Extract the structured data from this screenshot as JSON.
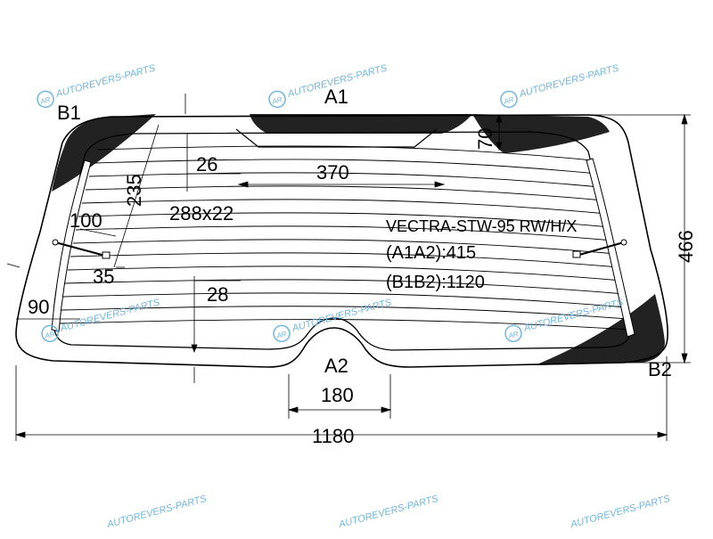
{
  "labels": {
    "a1": "A1",
    "a2": "A2",
    "b1": "B1",
    "b2": "B2"
  },
  "dimensions": {
    "d70": "70",
    "d26": "26",
    "d370": "370",
    "d235": "235",
    "d288x22": "288x22",
    "d100": "100",
    "d35": "35",
    "d28": "28",
    "d90": "90",
    "d180": "180",
    "d1180": "1180",
    "d466": "466"
  },
  "spec": {
    "model": "VECTRA-STW-95 RW/H/X",
    "a1a2": "(A1A2):415",
    "b1b2": "(B1B2):1120"
  },
  "watermark": {
    "text": "AUTOREVERS-PARTS",
    "logo": "AR",
    "color": "#6fb6e3"
  },
  "colors": {
    "line": "#000000",
    "fill_dark": "#222222"
  }
}
